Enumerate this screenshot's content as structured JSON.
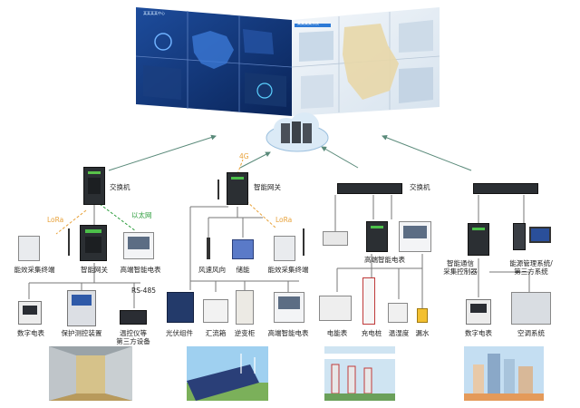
{
  "colors": {
    "line": "#7a7a7a",
    "arrow": "#5a8a7a",
    "wireless": "#e8a23a",
    "ethernet": "#2e9e3e",
    "screen_dark": "#0f2f6e",
    "screen_light": "#e8eef4",
    "cloud": "#dbeaf6"
  },
  "cloud": {
    "label": ""
  },
  "screens": {
    "left_title": "某某某某中心",
    "right_title": "某某某某系统"
  },
  "gateways": {
    "left_switch": "交换机",
    "center_gateway": "智能网关",
    "right_switch_1": "交换机",
    "wireless_center": "4G"
  },
  "group1": {
    "lora": "LoRa",
    "ethernet": "以太网",
    "terminal": "能效采集终端",
    "gateway": "智能网关",
    "meter": "高端智能电表",
    "rs485": "RS-485",
    "items": [
      "数字电表",
      "保护测控装置",
      "温控仪等",
      "第三方设备"
    ]
  },
  "group2": {
    "lora": "LoRa",
    "wind": "风速风向",
    "rain": "储能",
    "terminal": "能效采集终端",
    "items": [
      "光伏组件",
      "汇流箱",
      "逆变柜",
      "高端智能电表"
    ]
  },
  "group3": {
    "meter": "高端智能电表",
    "items": [
      "电能表",
      "充电桩",
      "温湿度",
      "漏水"
    ]
  },
  "group4": {
    "controller": "智能通信",
    "controller2": "采集控制器",
    "ems": "能源管理系统/",
    "ems2": "第三方系统",
    "items": [
      "数字电表",
      "空调系统"
    ]
  }
}
